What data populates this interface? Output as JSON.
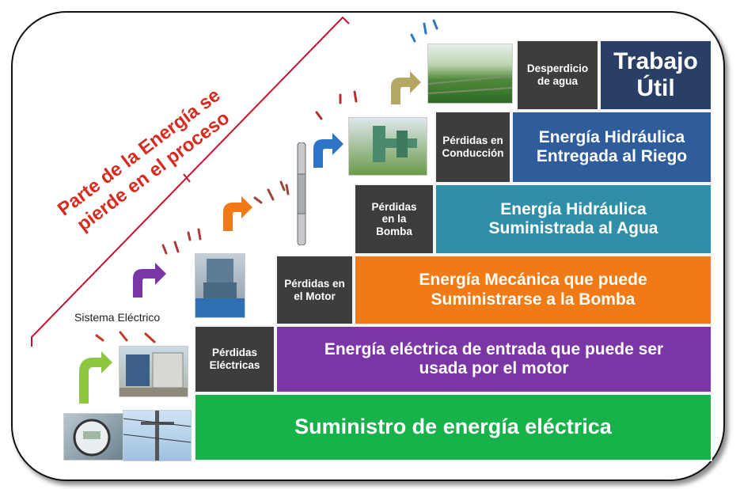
{
  "stages": [
    {
      "id": "supply",
      "text": "Suministro de energía eléctrica",
      "color": "#18b24b"
    },
    {
      "id": "electric-input",
      "text": "Energía eléctrica de entrada que puede ser usada por el motor",
      "color": "#7b36a6"
    },
    {
      "id": "mechanical",
      "text": "Energía Mecánica que puede Suministrarse a la Bomba",
      "color": "#f07a16"
    },
    {
      "id": "hydraulic-water",
      "text": "Energía Hidráulica Suministrada al Agua",
      "color": "#2f8fa8"
    },
    {
      "id": "hydraulic-irrigation",
      "text": "Energía Hidráulica Entregada al Riego",
      "color": "#2f5c9a"
    },
    {
      "id": "useful-work",
      "text": "Trabajo Útil",
      "color": "#2a3f66"
    }
  ],
  "losses": [
    {
      "id": "electrical",
      "text": "Pérdidas Eléctricas"
    },
    {
      "id": "motor",
      "text": "Pérdidas en el Motor"
    },
    {
      "id": "pump",
      "text": "Pérdidas en la Bomba"
    },
    {
      "id": "conduction",
      "text": "Pérdidas en Conducción"
    },
    {
      "id": "water-waste",
      "text": "Desperdicio de agua"
    }
  ],
  "labels": {
    "electric_system": "Sistema Eléctrico",
    "slogan_line1": "Parte de la Energía se",
    "slogan_line2": "pierde en el proceso"
  },
  "colors": {
    "slogan": "#d62b1f",
    "loss_box": "#3d3d3d",
    "arrow_green": "#8dc63f",
    "arrow_purple": "#7b36a6",
    "arrow_orange": "#f07a16",
    "arrow_blue": "#2e75c7",
    "arrow_olive": "#b5a766"
  },
  "icons": [
    "electric-meter-photo",
    "power-pole-photo",
    "substation-photo",
    "motor-photo",
    "submersible-pump-photo",
    "wellhead-photo",
    "sprinkler-field-photo",
    "curved-arrow-icon",
    "loss-arrow-icon",
    "bracket-icon"
  ]
}
